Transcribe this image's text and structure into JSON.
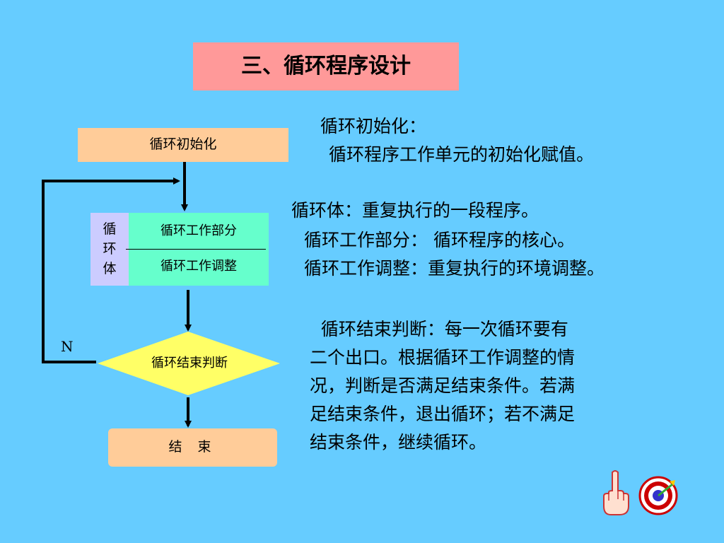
{
  "title": "三、循环程序设计",
  "flowchart": {
    "init": "循环初始化",
    "body_side": [
      "循",
      "环",
      "体"
    ],
    "body_work": "循环工作部分",
    "body_adjust": "循环工作调整",
    "decision": "循环结束判断",
    "no_label": "N",
    "end": "结 束"
  },
  "text": {
    "init_heading": "循环初始化：",
    "init_desc": "循环程序工作单元的初始化赋值。",
    "body_heading": "循环体：重复执行的一段程序。",
    "work_line": "循环工作部分： 循环程序的核心。",
    "adjust_line": "循环工作调整：重复执行的环境调整。",
    "para_lines": [
      "  循环结束判断：每一次循环要有",
      "二个出口。根据循环工作调整的情",
      "况，判断是否满足结束条件。若满",
      "足结束条件，退出循环；若不满足",
      "结束条件，继续循环。"
    ]
  },
  "colors": {
    "background": "#66CCFF",
    "title_box": "#FF9999",
    "peach": "#FFCC99",
    "body_green": "#66FFCC",
    "body_lavender": "#CCCCFF",
    "diamond": "#FFFF66"
  },
  "icons": [
    "pointing-hand-icon",
    "target-icon"
  ]
}
